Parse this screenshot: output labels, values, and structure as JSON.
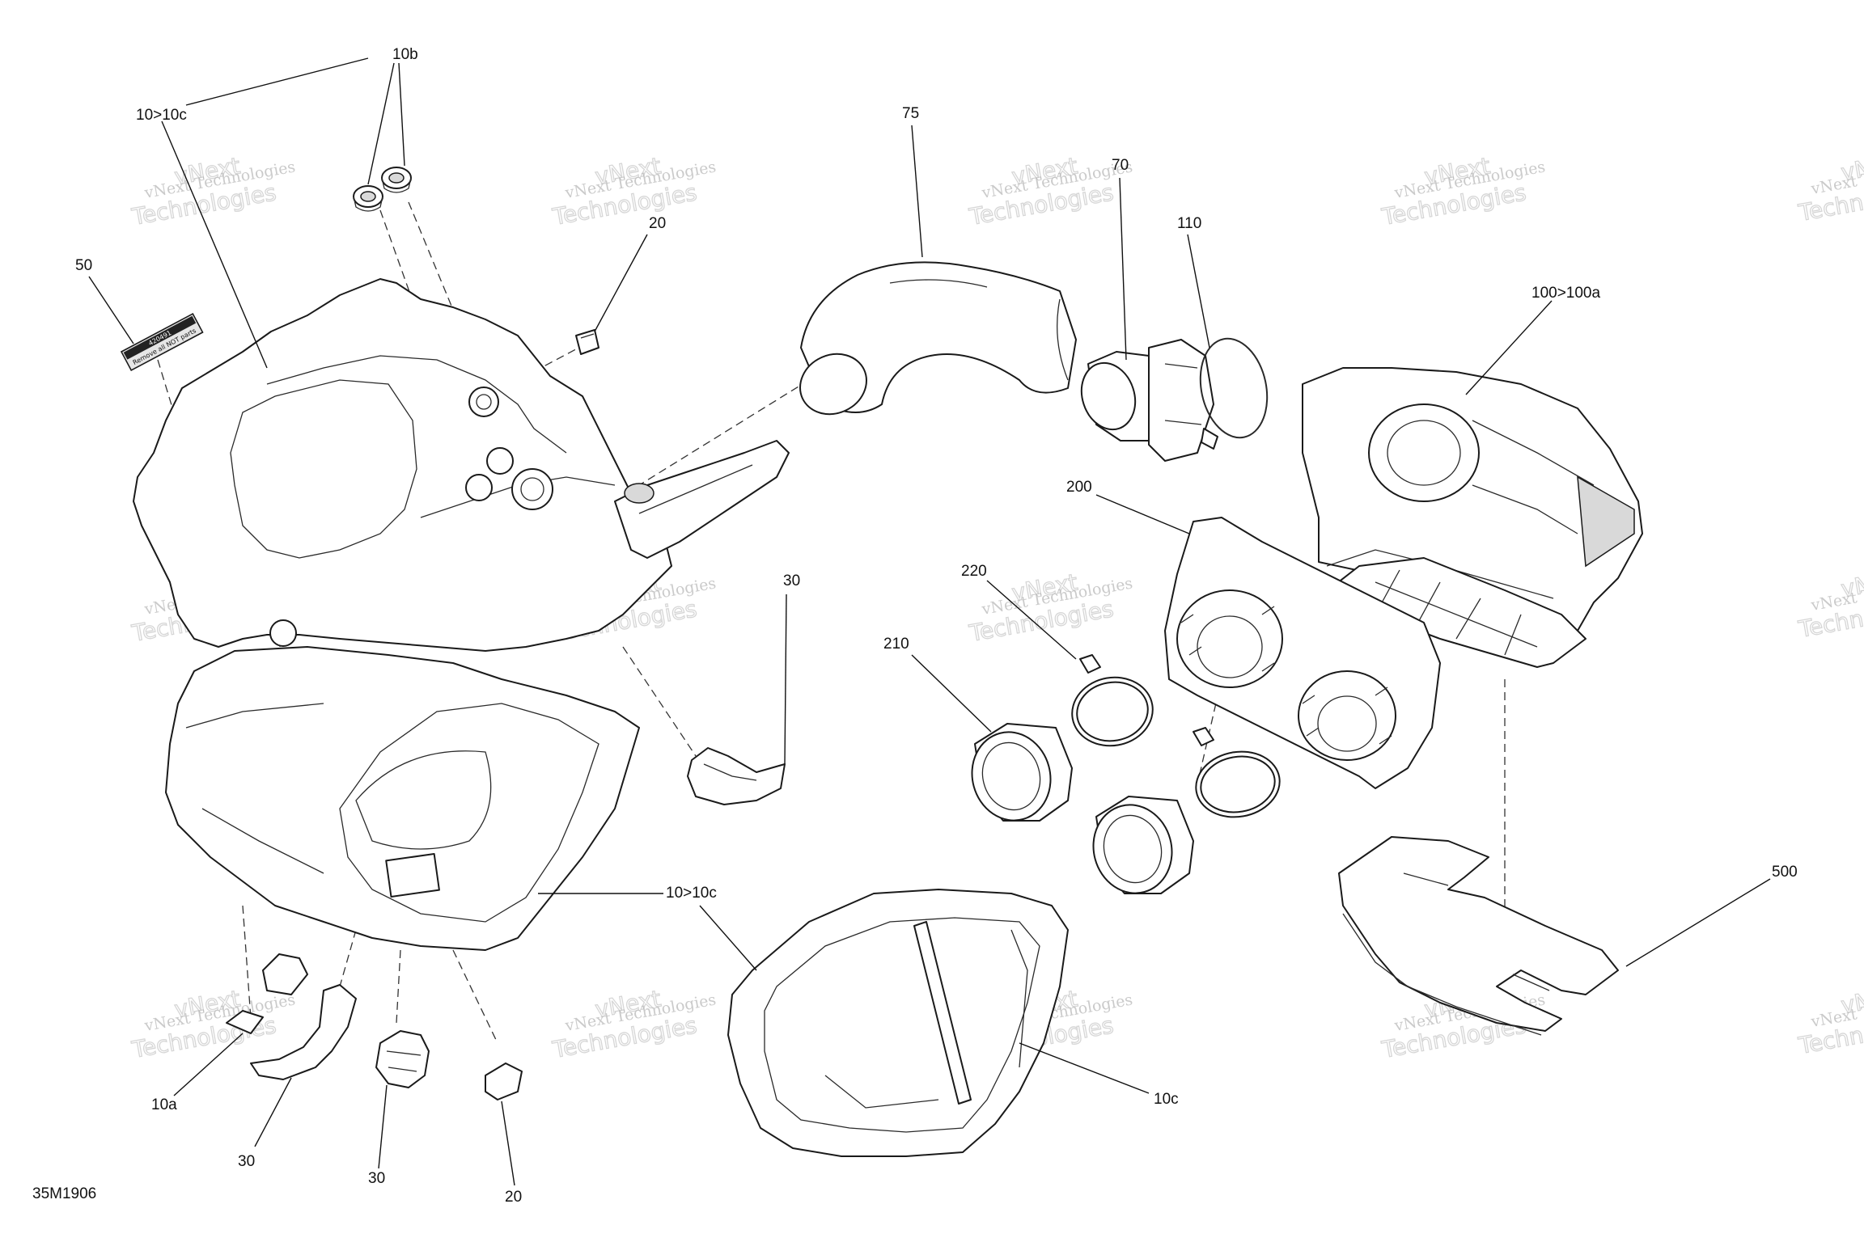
{
  "diagram": {
    "drawing_id": "35M1906",
    "callouts": [
      {
        "id": "c-10b",
        "text": "10b"
      },
      {
        "id": "c-10-10c-top",
        "text": "10>10c"
      },
      {
        "id": "c-50",
        "text": "50"
      },
      {
        "id": "c-20-top",
        "text": "20"
      },
      {
        "id": "c-75",
        "text": "75"
      },
      {
        "id": "c-70",
        "text": "70"
      },
      {
        "id": "c-110",
        "text": "110"
      },
      {
        "id": "c-100-100a",
        "text": "100>100a"
      },
      {
        "id": "c-200",
        "text": "200"
      },
      {
        "id": "c-220",
        "text": "220"
      },
      {
        "id": "c-210",
        "text": "210"
      },
      {
        "id": "c-30-mid",
        "text": "30"
      },
      {
        "id": "c-10-10c-mid",
        "text": "10>10c"
      },
      {
        "id": "c-500",
        "text": "500"
      },
      {
        "id": "c-10c",
        "text": "10c"
      },
      {
        "id": "c-10a",
        "text": "10a"
      },
      {
        "id": "c-30-left",
        "text": "30"
      },
      {
        "id": "c-30-center",
        "text": "30"
      },
      {
        "id": "c-20-bottom",
        "text": "20"
      }
    ],
    "watermark": {
      "line1": "vNext Technologies",
      "line2": "vNext",
      "line3": "Technologies"
    },
    "sticker_text": {
      "line1": "420491",
      "line2": "Remove all NOT parts"
    }
  }
}
